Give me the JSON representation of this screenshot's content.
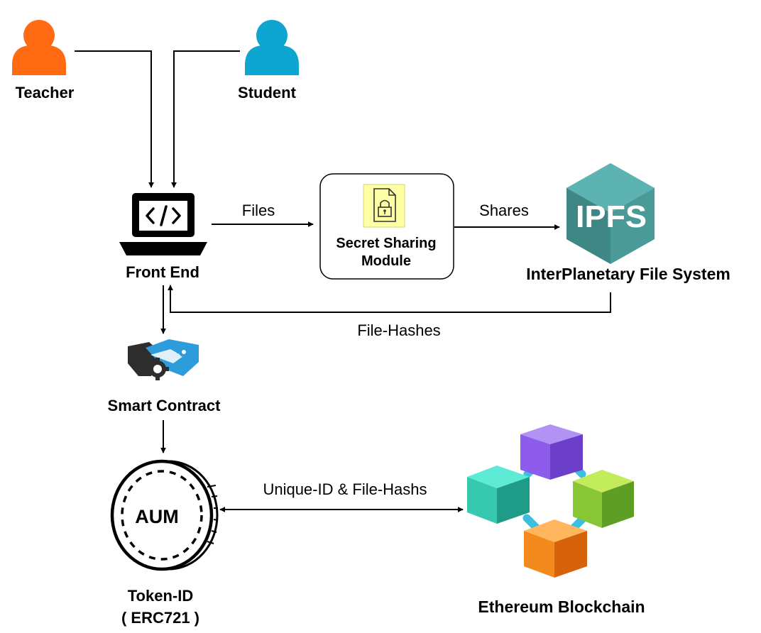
{
  "nodes": {
    "teacher": {
      "label": "Teacher",
      "icon": "teacher-user-icon",
      "color": "#FF6A13"
    },
    "student": {
      "label": "Student",
      "icon": "student-user-icon",
      "color": "#0EA5D0"
    },
    "front_end": {
      "label": "Front End",
      "icon": "laptop-code-icon"
    },
    "secret_sharing": {
      "label_line1": "Secret Sharing",
      "label_line2": "Module",
      "icon": "locked-file-icon"
    },
    "ipfs": {
      "label": "InterPlanetary File System",
      "logo_text": "IPFS",
      "icon": "ipfs-hexagon-logo",
      "color": "#4A9A98"
    },
    "smart_contract": {
      "label": "Smart Contract",
      "icon": "handshake-gears-icon"
    },
    "token": {
      "label_line1": "Token-ID",
      "label_line2": "( ERC721 )",
      "coin_text": "AUM",
      "icon": "coin-icon"
    },
    "ethereum": {
      "label": "Ethereum Blockchain",
      "icon": "blockchain-cubes-icon"
    }
  },
  "edges": {
    "files": "Files",
    "shares": "Shares",
    "file_hashes": "File-Hashes",
    "unique_id": "Unique-ID & File-Hashs"
  }
}
